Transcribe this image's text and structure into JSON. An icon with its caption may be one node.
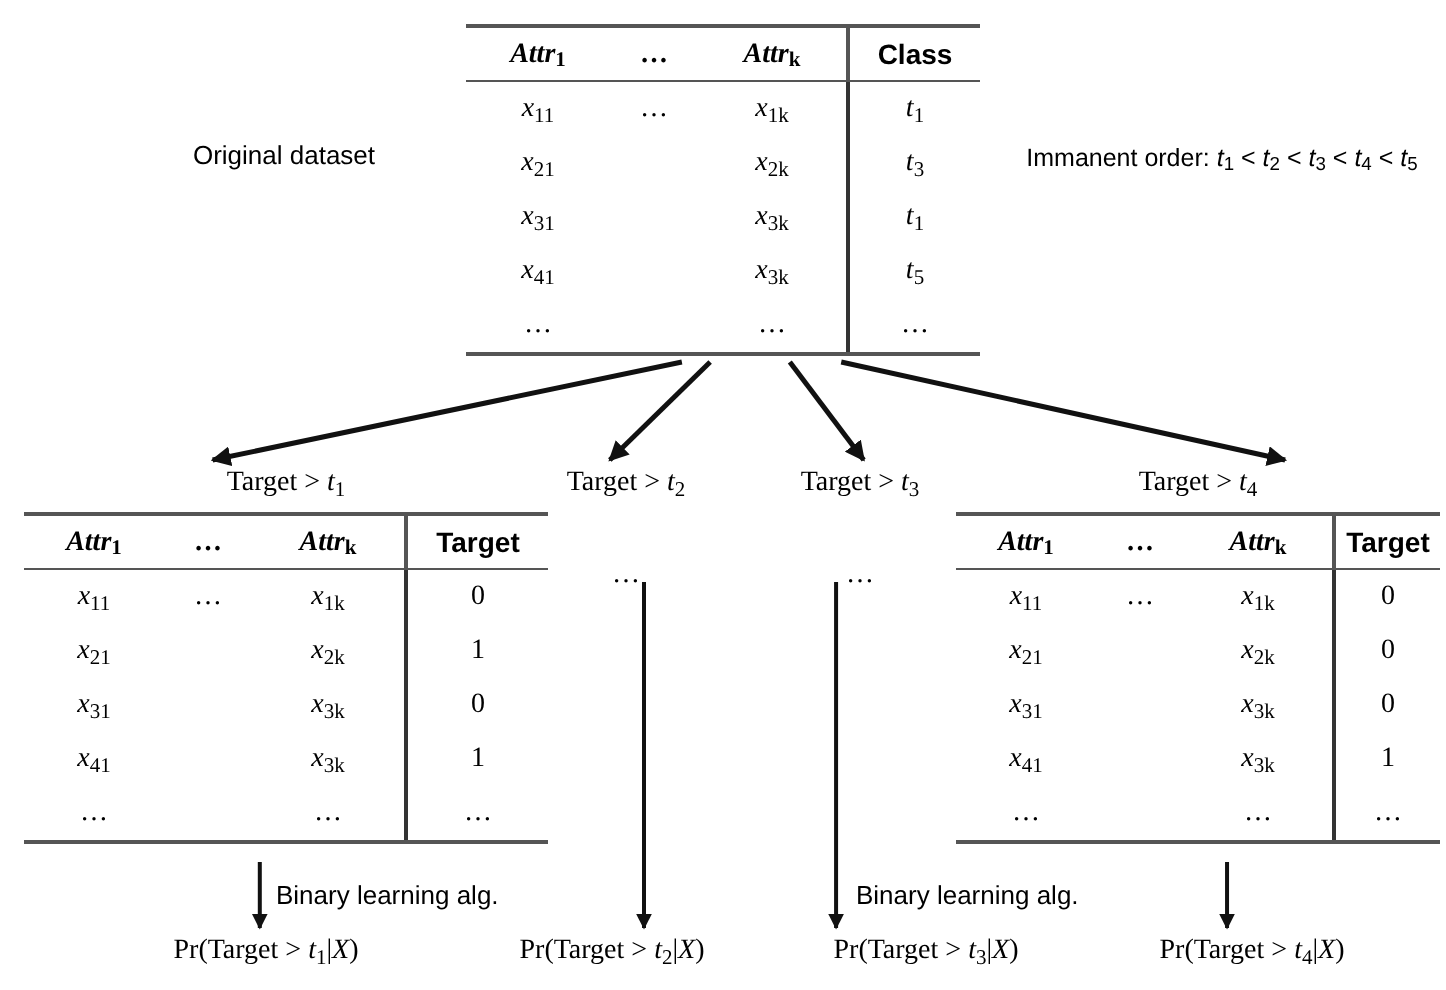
{
  "diagram": {
    "nodes": [
      {
        "text": [
          "*Attr*$_{1}$",
          "…",
          "*Attr*$_{k}$",
          "Class",
          "*x*$_{11}$",
          "…",
          "*x*$_{1k}$",
          "*t*$_{1}$",
          "*x*$_{21}$",
          "*x*$_{2k}$",
          "*t*$_{3}$",
          "*x*$_{31}$",
          "*x*$_{3k}$",
          "*t*$_{1}$",
          "*x*$_{41}$",
          "*x*$_{3k}$",
          "*t*$_{5}$",
          "…",
          "…",
          "…"
        ],
        "beside": [
          "Original dataset"
        ]
      },
      {
        "text": [
          "Target > *t*$_{1}$",
          "*Attr*$_{1}$",
          "…",
          "*Attr*$_{k}$",
          "Target",
          "*x*$_{11}$",
          "…",
          "*x*$_{1k}$",
          "0",
          "*x*$_{21}$",
          "*x*$_{2k}$",
          "1",
          "*x*$_{31}$",
          "*x*$_{3k}$",
          "0",
          "*x*$_{41}$",
          "*x*$_{3k}$",
          "1",
          "…",
          "…",
          "…"
        ]
      },
      {
        "text": [
          "Target > *t*$_{2}$",
          "…"
        ]
      },
      {
        "text": [
          "Target > *t*$_{3}$",
          "…"
        ]
      },
      {
        "text": [
          "Target > *t*$_{4}$",
          "*Attr*$_{1}$",
          "…",
          "*Attr*$_{k}$",
          "Target",
          "*x*$_{11}$",
          "…",
          "*x*$_{1k}$",
          "0",
          "*x*$_{21}$",
          "*x*$_{2k}$",
          "0",
          "*x*$_{31}$",
          "*x*$_{3k}$",
          "0",
          "*x*$_{41}$",
          "*x*$_{3k}$",
          "1",
          "…",
          "…",
          "…"
        ]
      },
      {
        "text": [
          "Pr(Target > *t*$_{1}$|*X*)"
        ]
      },
      {
        "text": [
          "Pr(Target > *t*$_{2}$|*X*)"
        ]
      },
      {
        "text": [
          "Pr(Target > *t*$_{3}$|*X*)"
        ]
      },
      {
        "text": [
          "Pr(Target > *t*$_{4}$|*X*)"
        ]
      }
    ],
    "edges": [
      {
        "from": 0,
        "to": 1,
        "arrow": "to"
      },
      {
        "from": 0,
        "to": 2,
        "arrow": "to"
      },
      {
        "from": 0,
        "to": 3,
        "arrow": "to"
      },
      {
        "from": 0,
        "to": 4,
        "arrow": "to"
      },
      {
        "from": 1,
        "to": 5,
        "arrow": "to",
        "label": "Binary learning alg."
      },
      {
        "from": 2,
        "to": 6,
        "arrow": "to"
      },
      {
        "from": 3,
        "to": 7,
        "arrow": "to",
        "label": "Binary learning alg."
      },
      {
        "from": 4,
        "to": 8,
        "arrow": "to"
      }
    ],
    "labels": [
      "Immanent order: *t*$_{1}$ < *t*$_{2}$ < *t*$_{3}$ < *t*$_{4}$ < *t*$_{5}$"
    ]
  }
}
